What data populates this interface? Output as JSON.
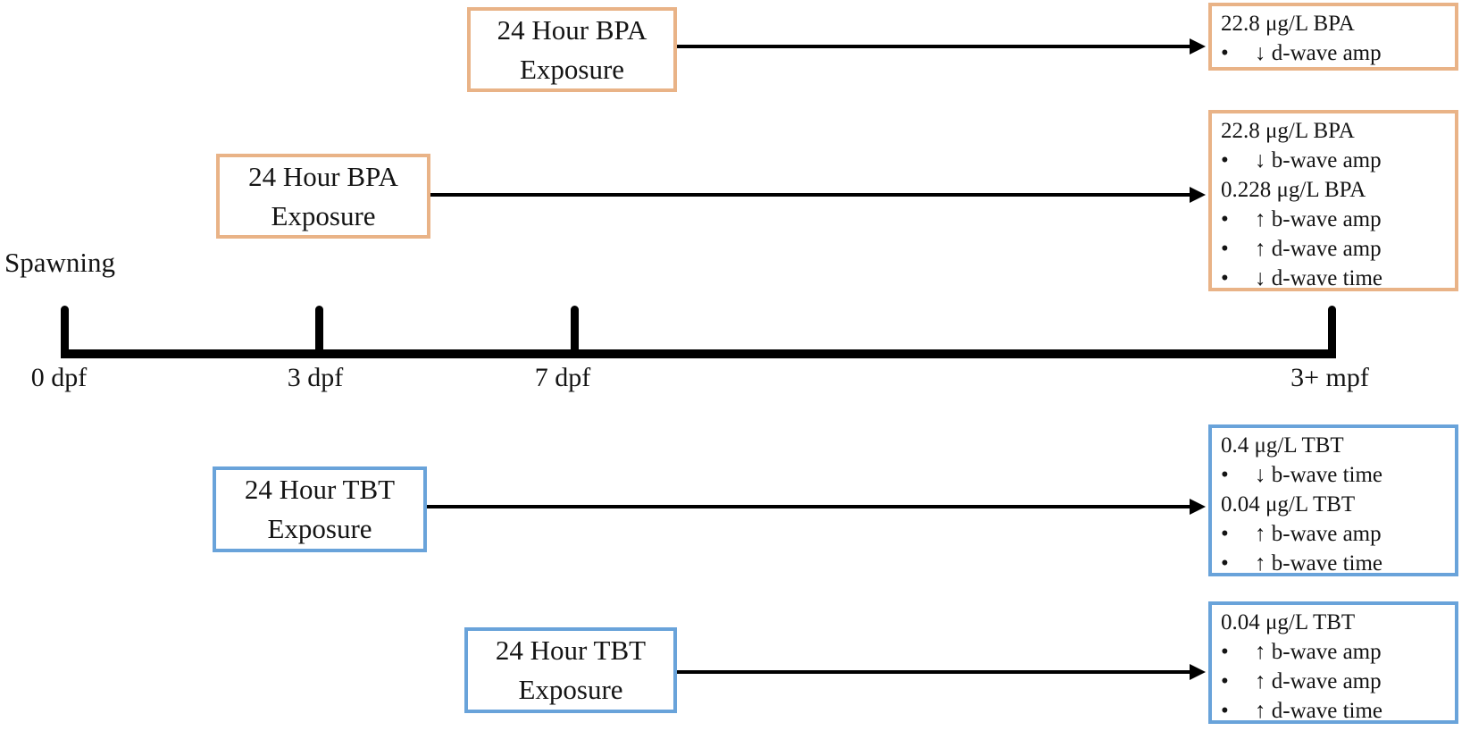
{
  "colors": {
    "bpa": "#E9B387",
    "tbt": "#69A3DA",
    "ink": "#141414"
  },
  "timeline": {
    "spawning": "Spawning",
    "ticks": [
      {
        "label": "0 dpf"
      },
      {
        "label": "3 dpf"
      },
      {
        "label": "7 dpf"
      },
      {
        "label": "3+ mpf"
      }
    ]
  },
  "exposure_boxes": [
    {
      "agent": "BPA",
      "line1": "24 Hour BPA",
      "line2": "Exposure"
    },
    {
      "agent": "BPA",
      "line1": "24 Hour BPA",
      "line2": "Exposure"
    },
    {
      "agent": "TBT",
      "line1": "24 Hour TBT",
      "line2": "Exposure"
    },
    {
      "agent": "TBT",
      "line1": "24 Hour TBT",
      "line2": "Exposure"
    }
  ],
  "result_boxes": [
    {
      "agent": "BPA",
      "lines": [
        {
          "bullet": "",
          "text": "22.8 μg/L BPA"
        },
        {
          "bullet": "•",
          "text": "↓ d-wave amp"
        }
      ]
    },
    {
      "agent": "BPA",
      "lines": [
        {
          "bullet": "",
          "text": "22.8 μg/L BPA"
        },
        {
          "bullet": "•",
          "text": "↓ b-wave amp"
        },
        {
          "bullet": "",
          "text": "0.228 μg/L BPA"
        },
        {
          "bullet": "•",
          "text": "↑ b-wave amp"
        },
        {
          "bullet": "•",
          "text": "↑ d-wave amp"
        },
        {
          "bullet": "•",
          "text": "↓ d-wave time"
        }
      ]
    },
    {
      "agent": "TBT",
      "lines": [
        {
          "bullet": "",
          "text": "0.4 μg/L TBT"
        },
        {
          "bullet": "•",
          "text": "↓ b-wave time"
        },
        {
          "bullet": "",
          "text": "0.04 μg/L TBT"
        },
        {
          "bullet": "•",
          "text": "↑ b-wave amp"
        },
        {
          "bullet": "•",
          "text": "↑ b-wave time"
        }
      ]
    },
    {
      "agent": "TBT",
      "lines": [
        {
          "bullet": "",
          "text": "0.04 μg/L TBT"
        },
        {
          "bullet": "•",
          "text": "↑ b-wave amp"
        },
        {
          "bullet": "•",
          "text": "↑ d-wave amp"
        },
        {
          "bullet": "•",
          "text": "↑ d-wave time"
        }
      ]
    }
  ]
}
